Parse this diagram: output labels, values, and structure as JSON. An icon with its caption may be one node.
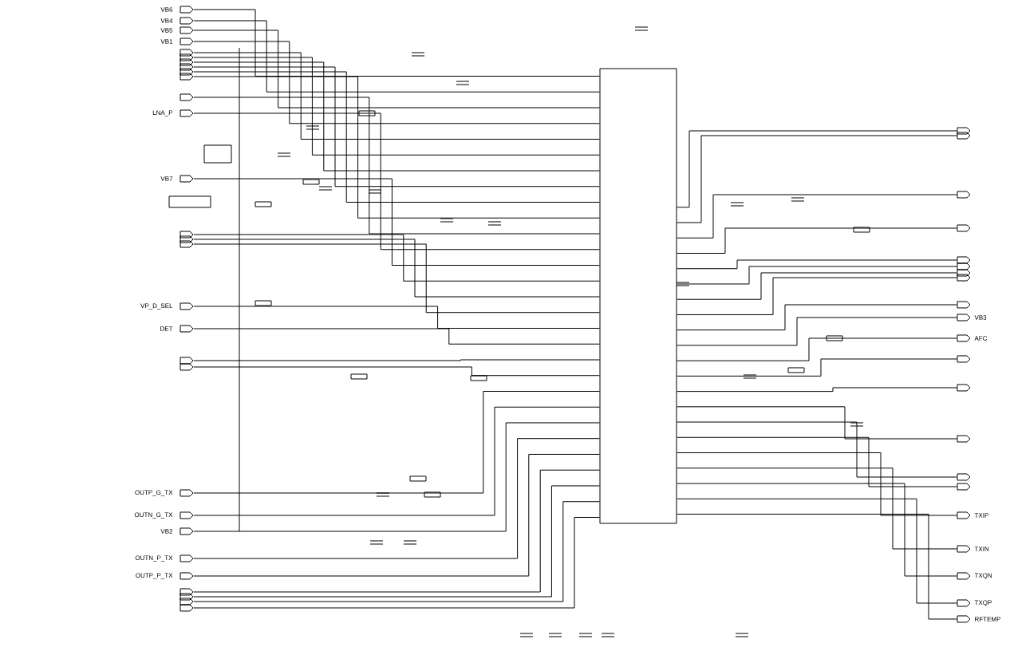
{
  "diagram": {
    "nodes": [
      {
        "text": [],
        "shape": "box"
      },
      {
        "text": [
          "VB6"
        ]
      },
      {
        "text": [
          "VB4"
        ]
      },
      {
        "text": [
          "VB5"
        ]
      },
      {
        "text": [
          "VB1"
        ]
      },
      {
        "text": [],
        "shape": "tag"
      },
      {
        "text": [],
        "shape": "tag"
      },
      {
        "text": [],
        "shape": "tag"
      },
      {
        "text": [],
        "shape": "tag"
      },
      {
        "text": [],
        "shape": "tag"
      },
      {
        "text": [],
        "shape": "tag"
      },
      {
        "text": [],
        "shape": "tag"
      },
      {
        "text": [
          "LNA_P"
        ]
      },
      {
        "text": [
          "VB7"
        ]
      },
      {
        "text": [],
        "shape": "tag"
      },
      {
        "text": [],
        "shape": "tag"
      },
      {
        "text": [],
        "shape": "tag"
      },
      {
        "text": [
          "VP_D_SEL"
        ]
      },
      {
        "text": [
          "DET"
        ]
      },
      {
        "text": [],
        "shape": "tag"
      },
      {
        "text": [],
        "shape": "tag"
      },
      {
        "text": [
          "OUTP_G_TX"
        ]
      },
      {
        "text": [
          "OUTN_G_TX"
        ]
      },
      {
        "text": [
          "VB2"
        ]
      },
      {
        "text": [
          "OUTN_P_TX"
        ]
      },
      {
        "text": [
          "OUTP_P_TX"
        ]
      },
      {
        "text": [],
        "shape": "tag"
      },
      {
        "text": [],
        "shape": "tag"
      },
      {
        "text": [],
        "shape": "tag"
      },
      {
        "text": [],
        "shape": "tag"
      },
      {
        "text": [],
        "shape": "tag"
      },
      {
        "text": [],
        "shape": "tag"
      },
      {
        "text": [],
        "shape": "tag"
      },
      {
        "text": [],
        "shape": "tag"
      },
      {
        "text": [],
        "shape": "tag"
      },
      {
        "text": [],
        "shape": "tag"
      },
      {
        "text": [],
        "shape": "tag"
      },
      {
        "text": [],
        "shape": "tag"
      },
      {
        "text": [],
        "shape": "tag"
      },
      {
        "text": [
          "VB3"
        ]
      },
      {
        "text": [
          "AFC"
        ]
      },
      {
        "text": [],
        "shape": "tag"
      },
      {
        "text": [],
        "shape": "tag"
      },
      {
        "text": [],
        "shape": "tag"
      },
      {
        "text": [],
        "shape": "tag"
      },
      {
        "text": [],
        "shape": "tag"
      },
      {
        "text": [
          "TXIP"
        ]
      },
      {
        "text": [
          "TXIN"
        ]
      },
      {
        "text": [
          "TXQN"
        ]
      },
      {
        "text": [
          "TXQP"
        ]
      },
      {
        "text": [
          "RFTEMP"
        ]
      }
    ],
    "edges": [
      {
        "from": 1,
        "to": 0,
        "arrow": "none"
      },
      {
        "from": 2,
        "to": 0,
        "arrow": "none"
      },
      {
        "from": 3,
        "to": 0,
        "arrow": "none"
      },
      {
        "from": 4,
        "to": 0,
        "arrow": "none"
      },
      {
        "from": 5,
        "to": 0,
        "arrow": "none"
      },
      {
        "from": 6,
        "to": 0,
        "arrow": "none"
      },
      {
        "from": 7,
        "to": 0,
        "arrow": "none"
      },
      {
        "from": 8,
        "to": 0,
        "arrow": "none"
      },
      {
        "from": 9,
        "to": 0,
        "arrow": "none"
      },
      {
        "from": 10,
        "to": 0,
        "arrow": "none"
      },
      {
        "from": 11,
        "to": 0,
        "arrow": "none"
      },
      {
        "from": 12,
        "to": 0,
        "arrow": "none"
      },
      {
        "from": 13,
        "to": 0,
        "arrow": "none"
      },
      {
        "from": 14,
        "to": 0,
        "arrow": "none"
      },
      {
        "from": 15,
        "to": 0,
        "arrow": "none"
      },
      {
        "from": 16,
        "to": 0,
        "arrow": "none"
      },
      {
        "from": 17,
        "to": 0,
        "arrow": "none"
      },
      {
        "from": 18,
        "to": 0,
        "arrow": "none"
      },
      {
        "from": 19,
        "to": 0,
        "arrow": "none"
      },
      {
        "from": 20,
        "to": 0,
        "arrow": "none"
      },
      {
        "from": 21,
        "to": 0,
        "arrow": "none"
      },
      {
        "from": 22,
        "to": 0,
        "arrow": "none"
      },
      {
        "from": 23,
        "to": 0,
        "arrow": "none"
      },
      {
        "from": 24,
        "to": 0,
        "arrow": "none"
      },
      {
        "from": 25,
        "to": 0,
        "arrow": "none"
      },
      {
        "from": 26,
        "to": 0,
        "arrow": "none"
      },
      {
        "from": 27,
        "to": 0,
        "arrow": "none"
      },
      {
        "from": 28,
        "to": 0,
        "arrow": "none"
      },
      {
        "from": 29,
        "to": 0,
        "arrow": "none"
      },
      {
        "from": 0,
        "to": 30,
        "arrow": "none"
      },
      {
        "from": 0,
        "to": 31,
        "arrow": "none"
      },
      {
        "from": 0,
        "to": 32,
        "arrow": "none"
      },
      {
        "from": 0,
        "to": 33,
        "arrow": "none"
      },
      {
        "from": 0,
        "to": 34,
        "arrow": "none"
      },
      {
        "from": 0,
        "to": 35,
        "arrow": "none"
      },
      {
        "from": 0,
        "to": 36,
        "arrow": "none"
      },
      {
        "from": 0,
        "to": 37,
        "arrow": "none"
      },
      {
        "from": 0,
        "to": 38,
        "arrow": "none"
      },
      {
        "from": 0,
        "to": 39,
        "arrow": "none"
      },
      {
        "from": 0,
        "to": 40,
        "arrow": "none"
      },
      {
        "from": 0,
        "to": 41,
        "arrow": "none"
      },
      {
        "from": 0,
        "to": 42,
        "arrow": "none"
      },
      {
        "from": 0,
        "to": 43,
        "arrow": "none"
      },
      {
        "from": 0,
        "to": 44,
        "arrow": "none"
      },
      {
        "from": 0,
        "to": 45,
        "arrow": "none"
      },
      {
        "from": 0,
        "to": 46,
        "arrow": "none"
      },
      {
        "from": 0,
        "to": 47,
        "arrow": "none"
      },
      {
        "from": 0,
        "to": 48,
        "arrow": "none"
      },
      {
        "from": 0,
        "to": 49,
        "arrow": "none"
      },
      {
        "from": 0,
        "to": 50,
        "arrow": "none"
      }
    ]
  }
}
